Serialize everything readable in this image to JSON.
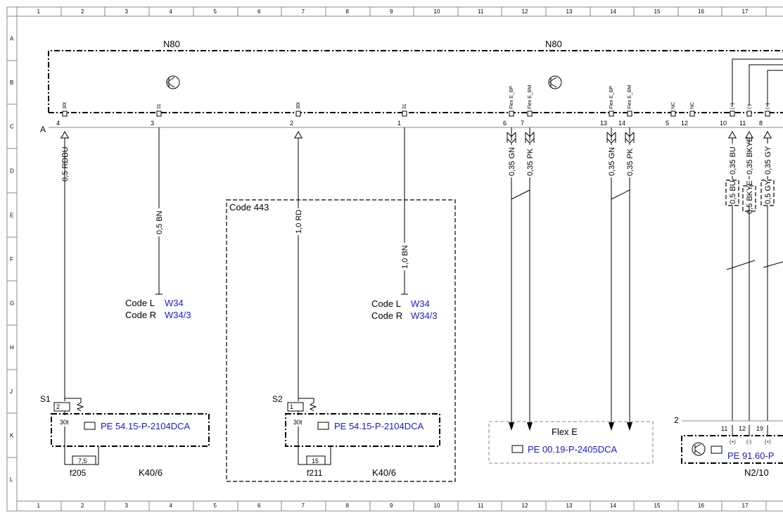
{
  "columns": [
    "1",
    "2",
    "3",
    "4",
    "5",
    "6",
    "7",
    "8",
    "9",
    "10",
    "11",
    "12",
    "13",
    "14",
    "15",
    "16",
    "17"
  ],
  "rows": [
    "A",
    "B",
    "C",
    "D",
    "E",
    "F",
    "G",
    "H",
    "J",
    "K",
    "L"
  ],
  "modules": {
    "n80_left": "N80",
    "n80_right": "N80",
    "connector_a": "A"
  },
  "pins": [
    {
      "num": "4",
      "name": "30t"
    },
    {
      "num": "3",
      "name": "31"
    },
    {
      "num": "2",
      "name": "30t"
    },
    {
      "num": "1",
      "name": "31"
    },
    {
      "num": "6",
      "name": "Flex E_BP"
    },
    {
      "num": "7",
      "name": "Flex E_BM"
    },
    {
      "num": "13",
      "name": "Flex E_BP"
    },
    {
      "num": "14",
      "name": "Flex E_BM"
    },
    {
      "num": "5",
      "name": "NC"
    },
    {
      "num": "12",
      "name": "NC"
    },
    {
      "num": "10",
      "name": "(+)"
    },
    {
      "num": "11",
      "name": "(-)"
    },
    {
      "num": "8",
      "name": "(+)"
    }
  ],
  "wires": [
    {
      "label": "0,5 RDBU"
    },
    {
      "label": "0,5 BN"
    },
    {
      "label": "1,0 RD"
    },
    {
      "label": "1,0 BN"
    },
    {
      "label": "0,35 GN"
    },
    {
      "label": "0,35 PK"
    },
    {
      "label": "0,35 GN"
    },
    {
      "label": "0,35 PK"
    },
    {
      "label": "0,35 BU"
    },
    {
      "label": "0,35 BKYE"
    },
    {
      "label": "0,35 GY"
    }
  ],
  "sleeves": [
    "0,5 BU",
    "0,5 BKYE",
    "0,5 GY"
  ],
  "code_refs": [
    {
      "code_l": "Code L",
      "ref_l": "W34",
      "code_r": "Code R",
      "ref_r": "W34/3"
    },
    {
      "code_l": "Code L",
      "ref_l": "W34",
      "code_r": "Code R",
      "ref_r": "W34/3"
    }
  ],
  "code443": "Code 443",
  "switches": [
    {
      "id": "S1",
      "pin": "2",
      "pin_name": "30t",
      "ref": "PE 54.15-P-2104DCA",
      "fuse": "7,5",
      "fuse_id": "f205",
      "relay": "K40/6"
    },
    {
      "id": "S2",
      "pin": "1",
      "pin_name": "30t",
      "ref": "PE 54.15-P-2104DCA",
      "fuse": "15",
      "fuse_id": "f211",
      "relay": "K40/6"
    }
  ],
  "flex_e": {
    "title": "Flex E",
    "ref": "PE 00.19-P-2405DCA"
  },
  "n2_10": {
    "id": "N2/10",
    "conn": "2",
    "pins": [
      "11",
      "12",
      "19"
    ],
    "pin_signs": [
      "(+)",
      "(-)",
      "(+)"
    ],
    "ref": "PE 91.60-P"
  },
  "colors": {
    "link": "#1a1ad6",
    "line": "#000000",
    "frame": "#888888"
  }
}
